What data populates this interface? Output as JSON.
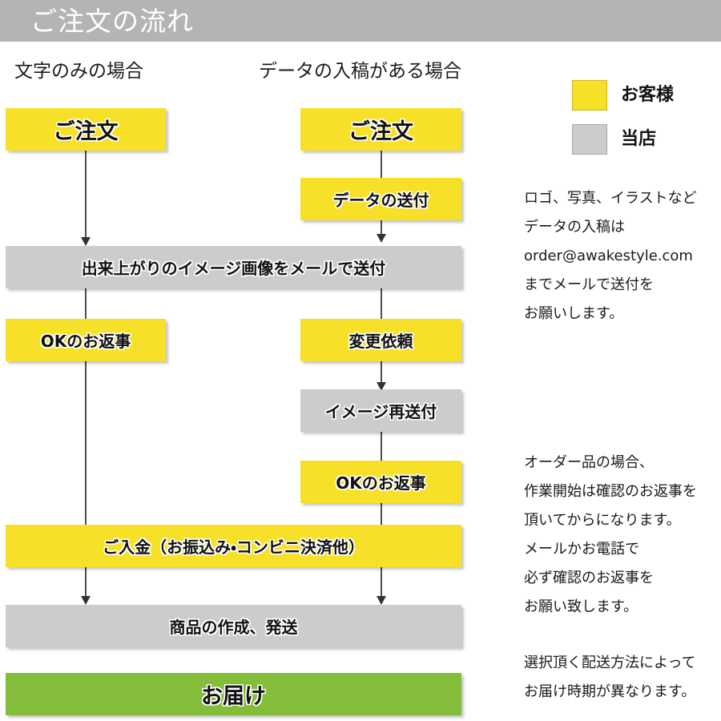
{
  "header": {
    "title": "ご注文の流れ"
  },
  "columns": {
    "left_header": "文字のみの場合",
    "right_header": "データの入稿がある場合"
  },
  "legend": {
    "items": [
      {
        "swatch": "yellow-swatch",
        "color": "#f7e028",
        "label": "お客様"
      },
      {
        "swatch": "gray-swatch",
        "color": "#cccccc",
        "label": "当店"
      }
    ]
  },
  "flow": {
    "left": [
      {
        "label": "ご注文",
        "color": "#f7e028",
        "owner": "お客様"
      },
      {
        "label": "OKのお返事",
        "color": "#f7e028",
        "owner": "お客様"
      }
    ],
    "right": [
      {
        "label": "ご注文",
        "color": "#f7e028",
        "owner": "お客様"
      },
      {
        "label": "データの送付",
        "color": "#f7e028",
        "owner": "お客様"
      },
      {
        "label": "変更依頼",
        "color": "#f7e028",
        "owner": "お客様"
      },
      {
        "label": "イメージ再送付",
        "color": "#cccccc",
        "owner": "当店"
      },
      {
        "label": "OKのお返事",
        "color": "#f7e028",
        "owner": "お客様"
      }
    ],
    "shared": [
      {
        "label": "出来上がりのイメージ画像をメールで送付",
        "color": "#cccccc",
        "owner": "当店"
      },
      {
        "label": "ご入金（お振込み・コンビニ決済他）",
        "color": "#f7e028",
        "owner": "お客様"
      },
      {
        "label": "商品の作成、発送",
        "color": "#cccccc",
        "owner": "当店"
      },
      {
        "label": "お届け",
        "color": "#84bd3a",
        "owner": "当店"
      }
    ]
  },
  "notes": {
    "data_submission": {
      "line1": "ロゴ、写真、イラストなど",
      "line2": "データの入稿は",
      "email": "order@awakestyle.com",
      "line4": "までメールで送付を",
      "line5": "お願いします。"
    },
    "order_confirmation": {
      "line1": "オーダー品の場合、",
      "line2": "作業開始は確認のお返事を",
      "line3": "頂いてからになります。",
      "line4": "メールかお電話で",
      "line5": "必ず確認のお返事を",
      "line6": "お願い致します。"
    },
    "shipping": {
      "line1": "選択頂く配送方法によって",
      "line2": "お届け時期が異なります。"
    }
  }
}
